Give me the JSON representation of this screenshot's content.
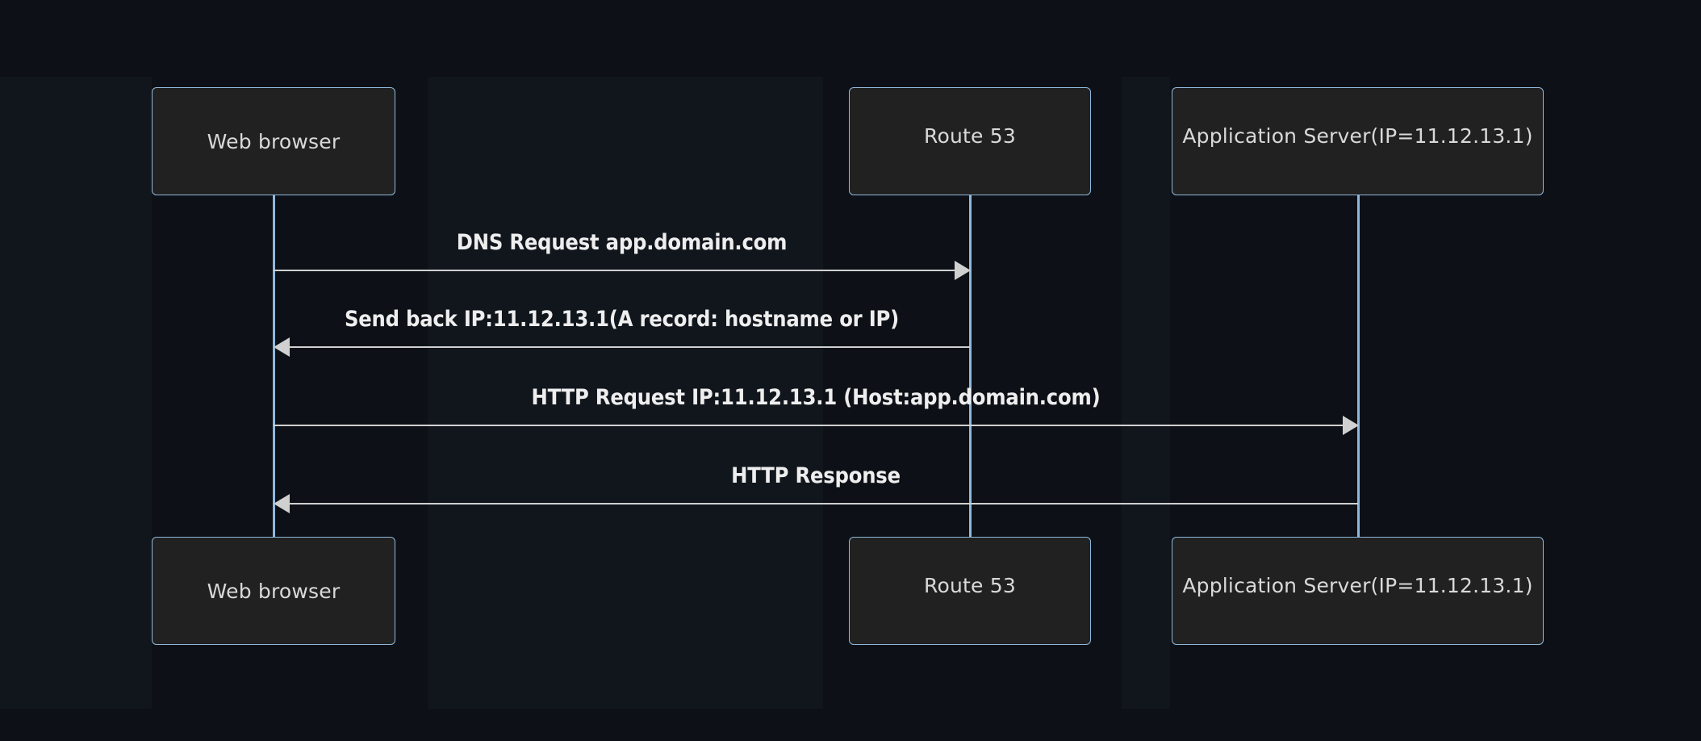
{
  "diagram": {
    "type": "sequence-diagram",
    "background_color": "#0d1117",
    "box_fill_color": "#212121",
    "box_border_color": "#8fb8dc",
    "lifeline_color": "#8fb8dc",
    "message_line_color": "#d0d0d0",
    "box_label_color": "#d9d9d9",
    "message_label_color": "#eeeeee"
  },
  "participants": [
    {
      "id": "browser",
      "label": "Web browser"
    },
    {
      "id": "route53",
      "label": "Route 53"
    },
    {
      "id": "appserver",
      "label": "Application Server(IP=11.12.13.1)"
    }
  ],
  "participants_bottom": [
    {
      "id": "browser-bottom",
      "label": "Web browser"
    },
    {
      "id": "route53-bottom",
      "label": "Route 53"
    },
    {
      "id": "appserver-bottom",
      "label": "Application Server(IP=11.12.13.1)"
    }
  ],
  "messages": [
    {
      "index": 1,
      "from": "browser",
      "to": "route53",
      "direction": "right",
      "label": "DNS Request app.domain.com"
    },
    {
      "index": 2,
      "from": "route53",
      "to": "browser",
      "direction": "left",
      "label": "Send back IP:11.12.13.1(A record: hostname or IP)"
    },
    {
      "index": 3,
      "from": "browser",
      "to": "appserver",
      "direction": "right",
      "label": "HTTP Request IP:11.12.13.1 (Host:app.domain.com)"
    },
    {
      "index": 4,
      "from": "appserver",
      "to": "browser",
      "direction": "left",
      "label": "HTTP Response"
    }
  ]
}
